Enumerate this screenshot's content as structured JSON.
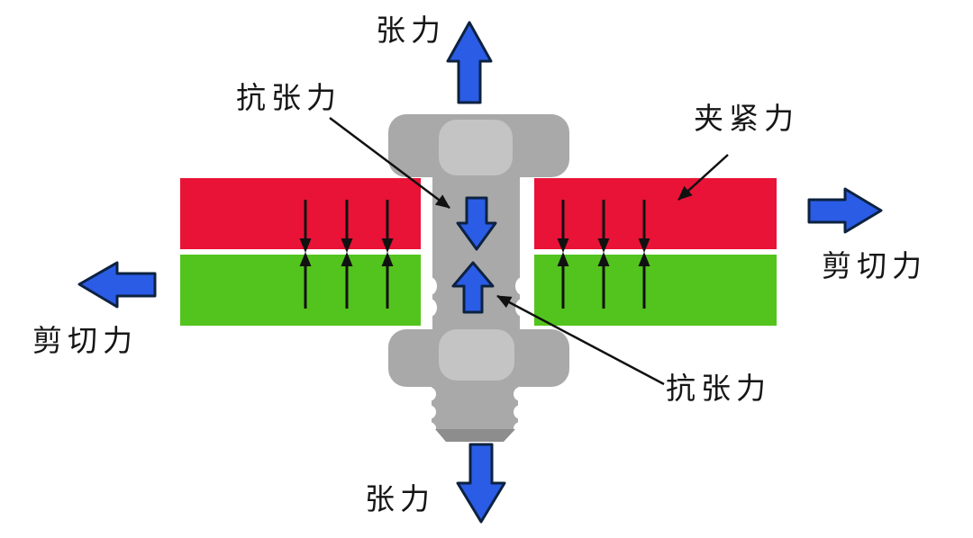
{
  "page": {
    "title": "bolted-joint-forces-diagram",
    "background": "#ffffff"
  },
  "colors": {
    "page-bg": "#ffffff",
    "plate-red": "#e91237",
    "plate-green": "#53c41d",
    "arrow-blue": "#2a5ce6",
    "arrow-blue-outline": "#0d2240",
    "bolt-gray": "#a9a9a9",
    "bolt-gray-light": "#c4c4c4",
    "bolt-gray-dark": "#8d8d8d",
    "line-black": "#111111"
  },
  "labels": {
    "tension_top": "张力",
    "anti_tension_top": "抗张力",
    "clamping_force": "夹紧力",
    "shear_right": "剪切力",
    "shear_left": "剪切力",
    "anti_tension_bottom": "抗张力",
    "tension_bottom": "张力"
  }
}
